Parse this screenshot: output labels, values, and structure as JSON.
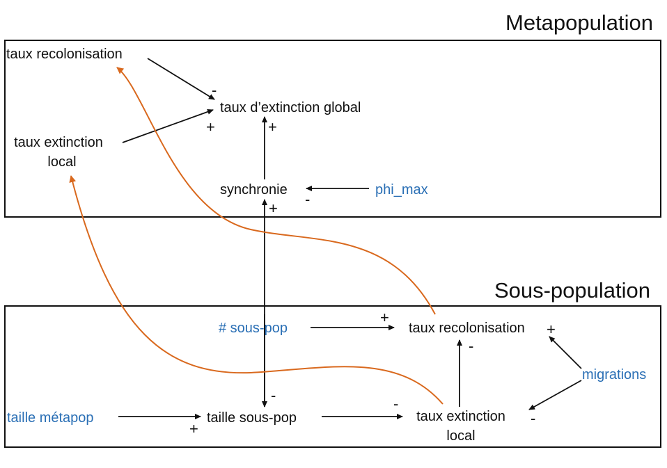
{
  "colors": {
    "text": "#111111",
    "input_variable": "#2a6fb5",
    "cross_level_link": "#d9691e"
  },
  "metapopulation": {
    "title": "Metapopulation",
    "recolonisation_rate": "taux recolonisation",
    "local_extinction_line1": "taux extinction",
    "local_extinction_line2": "local",
    "global_extinction": "taux d’extinction global",
    "synchrony": "synchronie",
    "phi_max": "phi_max"
  },
  "subpopulation": {
    "title": "Sous-population",
    "n_subpops": "# sous-pop",
    "recolonisation_rate": "taux recolonisation",
    "migrations": "migrations",
    "metapop_size": "taille métapop",
    "subpop_size": "taille sous-pop",
    "local_extinction_line1": "taux extinction",
    "local_extinction_line2": "local"
  },
  "signs": {
    "recolonisation_to_global": "-",
    "local_extinction_to_global": "+",
    "synchrony_to_global": "+",
    "phi_max_to_synchrony": "-",
    "subpop_size_to_synchrony": "+",
    "n_subpops_to_recolonisation": "+",
    "migrations_to_recolonisation": "+",
    "extinction_to_recolonisation": "-",
    "n_subpops_to_subpop_size": "-",
    "metapop_size_to_subpop_size": "+",
    "subpop_size_to_extinction": "-",
    "migrations_to_extinction": "-"
  }
}
